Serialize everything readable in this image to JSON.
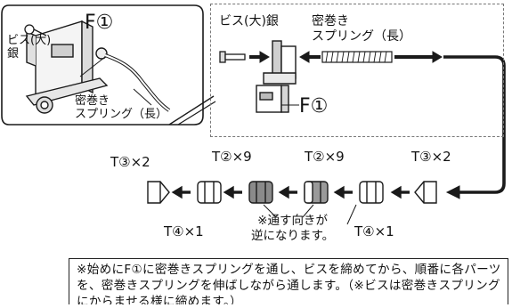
{
  "left_inset": {
    "screw_label": "ビス(大)\n銀",
    "part_label": "F①",
    "spring_label": "密巻き\nスプリング（長）"
  },
  "assembly": {
    "screw_label": "ビス(大)銀",
    "spring_label": "密巻き\nスプリング（長）",
    "part_label": "F①"
  },
  "parts_row": {
    "top_labels": [
      "T③×2",
      "T②×9",
      "T②×9",
      "T③×2"
    ],
    "bottom_labels": [
      "T④×1",
      "T④×1"
    ],
    "direction_note": "※通す向きが\n逆になります。"
  },
  "instruction": "※始めにF①に密巻きスプリングを通し、ビスを締めてから、順番に各パーツを、密巻きスプリングを伸ばしながら通します。（※ビスは密巻きスプリングにからませる様に締めます。）",
  "colors": {
    "line": "#1a1a1a",
    "dark_part": "#7a7a7a",
    "light_part": "#ffffff",
    "mid_part": "#b8b8b8"
  }
}
